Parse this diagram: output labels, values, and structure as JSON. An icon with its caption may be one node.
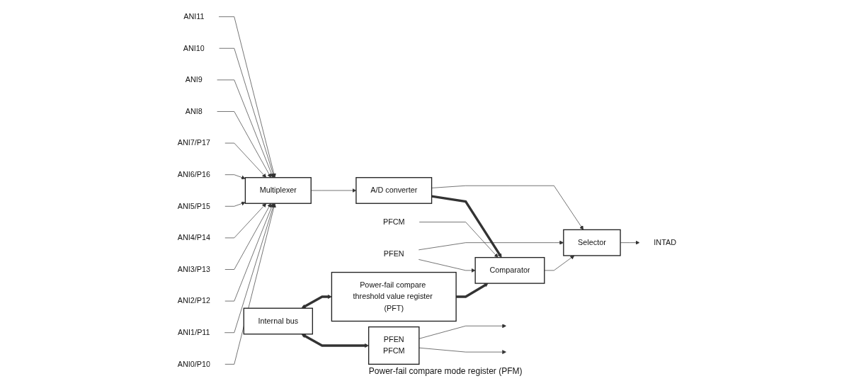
{
  "diagram": {
    "nodes": [
      {
        "text": [
          "ANI0/P10"
        ]
      },
      {
        "text": [
          "ANI1/P11"
        ]
      },
      {
        "text": [
          "ANI2/P12"
        ]
      },
      {
        "text": [
          "ANI3/P13"
        ]
      },
      {
        "text": [
          "ANI4/P14"
        ]
      },
      {
        "text": [
          "ANI5/P15"
        ]
      },
      {
        "text": [
          "ANI6/P16"
        ]
      },
      {
        "text": [
          "ANI7/P17"
        ]
      },
      {
        "text": [
          "ANI8"
        ]
      },
      {
        "text": [
          "ANI9"
        ]
      },
      {
        "text": [
          "ANI10"
        ]
      },
      {
        "text": [
          "ANI11"
        ]
      },
      {
        "text": [
          "Multiplexer"
        ]
      },
      {
        "text": [
          "A/D converter"
        ]
      },
      {
        "text": [
          "PFCM"
        ]
      },
      {
        "text": [
          "PFEN"
        ]
      },
      {
        "text": [
          "Comparator"
        ]
      },
      {
        "text": [
          "Selector"
        ]
      },
      {
        "text": [
          "INTAD"
        ]
      },
      {
        "text": [
          "PFEN",
          "PFCM"
        ],
        "beside": [
          "Power-fail compare mode register (PFM)"
        ]
      },
      {
        "text": [
          "Power-fail compare threshold value register (PFT)"
        ]
      },
      {
        "text": [
          "Internal bus"
        ]
      }
    ],
    "edges": [
      {
        "from": 0,
        "to": 12,
        "arrow": "to"
      },
      {
        "from": 1,
        "to": 12,
        "arrow": "to"
      },
      {
        "from": 2,
        "to": 12,
        "arrow": "to"
      },
      {
        "from": 3,
        "to": 12,
        "arrow": "to"
      },
      {
        "from": 4,
        "to": 12,
        "arrow": "to"
      },
      {
        "from": 5,
        "to": 12,
        "arrow": "to"
      },
      {
        "from": 6,
        "to": 12,
        "arrow": "to"
      },
      {
        "from": 7,
        "to": 12,
        "arrow": "to"
      },
      {
        "from": 8,
        "to": 12,
        "arrow": "to"
      },
      {
        "from": 9,
        "to": 12,
        "arrow": "to"
      },
      {
        "from": 10,
        "to": 12,
        "arrow": "to"
      },
      {
        "from": 11,
        "to": 12,
        "arrow": "to"
      },
      {
        "from": 12,
        "to": 13,
        "arrow": "to"
      },
      {
        "from": 13,
        "to": 16,
        "arrow": "to",
        "style": "thick"
      },
      {
        "from": 13,
        "to": 17,
        "arrow": "to"
      },
      {
        "from": 14,
        "to": 16,
        "arrow": "to"
      },
      {
        "from": 15,
        "to": 16,
        "arrow": "to"
      },
      {
        "from": 15,
        "to": 17,
        "arrow": "to"
      },
      {
        "from": 16,
        "to": 17,
        "arrow": "to"
      },
      {
        "from": 17,
        "to": 18,
        "arrow": "to"
      },
      {
        "from": 19,
        "to": null,
        "arrow": "to"
      },
      {
        "from": 19,
        "to": null,
        "arrow": "to"
      },
      {
        "from": 20,
        "to": 16,
        "arrow": "to",
        "style": "thick"
      },
      {
        "from": 21,
        "to": 19,
        "arrow": "both",
        "style": "thick"
      },
      {
        "from": 21,
        "to": 20,
        "arrow": "both",
        "style": "thick"
      }
    ]
  }
}
